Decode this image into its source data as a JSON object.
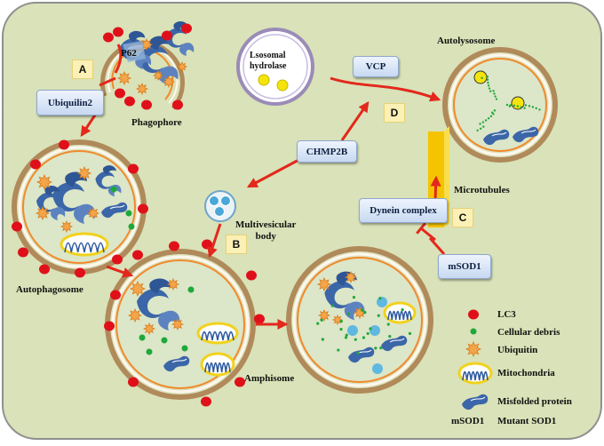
{
  "labels": {
    "phagophore": "Phagophore",
    "autophagosome": "Autophagosome",
    "amphisome": "Amphisome",
    "autolysosome": "Autolysosome",
    "multivesicular": "Multivesicular\nbody",
    "lysosomal": "Lsosomal\nhydrolase",
    "microtubules": "Microtubules",
    "p62": "P62"
  },
  "boxes": {
    "ubiquilin2": "Ubiquilin2",
    "vcp": "VCP",
    "chmp2b": "CHMP2B",
    "dynein": "Dynein  complex",
    "msod1": "mSOD1"
  },
  "steps": {
    "a": "A",
    "b": "B",
    "c": "C",
    "d": "D"
  },
  "legend": [
    {
      "icon": "lc3-dot-icon",
      "label": "LC3"
    },
    {
      "icon": "debris-dot-icon",
      "label": "Cellular debris"
    },
    {
      "icon": "ubiquitin-icon",
      "label": "Ubiquitin"
    },
    {
      "icon": "mitochondria-icon",
      "label": "Mitochondria"
    },
    {
      "icon": "misfolded-protein-icon",
      "label": "Misfolded protein"
    },
    {
      "icon": "msod1-text",
      "label": "Mutant SOD1"
    }
  ],
  "legend_abbrev": "mSOD1",
  "colors": {
    "cell_fill": "#d9e2b8",
    "membrane_outer": "#b08a5a",
    "membrane_inner": "#f08a2c",
    "lc3": "#e0101a",
    "debris": "#1fa83a",
    "ubiquitin": "#f4a54a",
    "protein": "#3b66a8",
    "arrow": "#e3281c",
    "microtubule": "#f5c400"
  }
}
